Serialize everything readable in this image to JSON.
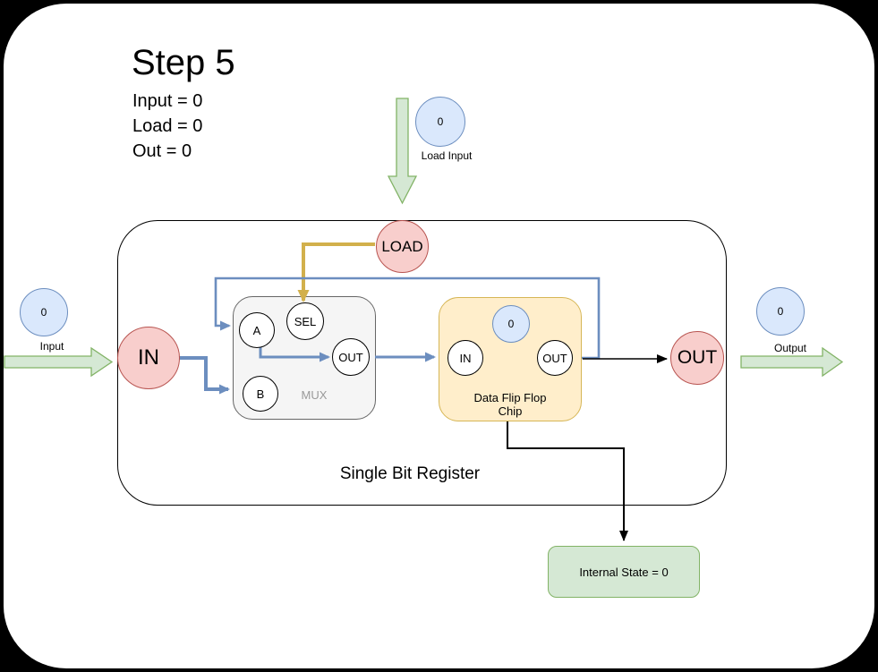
{
  "title": "Step 5",
  "state_lines": [
    "Input = 0",
    "Load = 0",
    "Out = 0"
  ],
  "external": {
    "load_input": {
      "value": "0",
      "label": "Load Input"
    },
    "input": {
      "value": "0",
      "label": "Input"
    },
    "output": {
      "value": "0",
      "label": "Output"
    }
  },
  "register": {
    "label": "Single Bit Register",
    "in_port": "IN",
    "load_port": "LOAD",
    "out_port": "OUT"
  },
  "mux": {
    "label": "MUX",
    "port_a": "A",
    "port_b": "B",
    "port_sel": "SEL",
    "port_out": "OUT"
  },
  "dff": {
    "label_line1": "Data Flip Flop",
    "label_line2": "Chip",
    "state_value": "0",
    "port_in": "IN",
    "port_out": "OUT"
  },
  "internal_state": {
    "label": "Internal State = 0"
  },
  "colors": {
    "port_fill": "#f8cecc",
    "port_stroke": "#b85450",
    "value_fill": "#dae8fc",
    "value_stroke": "#6c8ebf",
    "green_fill": "#d5e8d4",
    "green_stroke": "#82b366",
    "chip_fill": "#ffeecb",
    "chip_stroke": "#d6b656",
    "mux_fill": "#f5f5f5",
    "mux_stroke": "#666666",
    "wire_blue": "#6c8ebf",
    "wire_gold": "#d2b04c",
    "wire_black": "#000000"
  }
}
